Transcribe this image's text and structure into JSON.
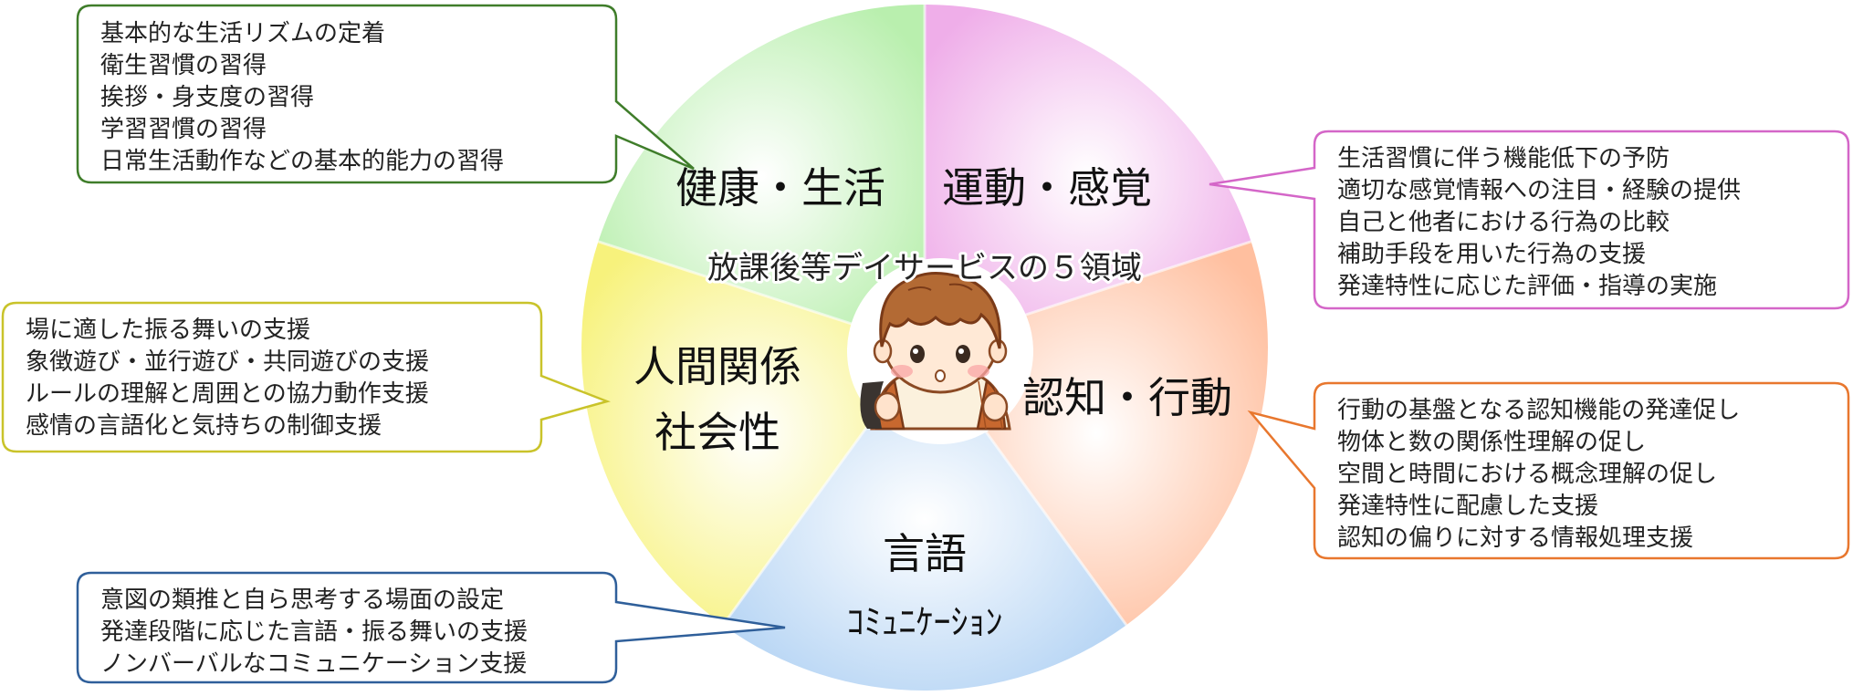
{
  "center_title": "放課後等デイサービスの５領域",
  "segments": [
    {
      "id": "health",
      "label_lines": [
        "健康・生活"
      ],
      "color": "#c8f5c0",
      "callout": {
        "border": "#3f7d2a",
        "items": [
          "基本的な生活リズムの定着",
          "衛生習慣の習得",
          "挨拶・身支度の習得",
          "学習習慣の習得",
          "日常生活動作などの基本的能力の習得"
        ]
      }
    },
    {
      "id": "motor",
      "label_lines": [
        "運動・感覚"
      ],
      "color": "#f4bdf0",
      "callout": {
        "border": "#d466c8",
        "items": [
          "生活習慣に伴う機能低下の予防",
          "適切な感覚情報への注目・経験の提供",
          "自己と他者における行為の比較",
          "補助手段を用いた行為の支援",
          "発達特性に応じた評価・指導の実施"
        ]
      }
    },
    {
      "id": "cognition",
      "label_lines": [
        "認知・行動"
      ],
      "color": "#ffcdb5",
      "callout": {
        "border": "#e8772e",
        "items": [
          "行動の基盤となる認知機能の発達促し",
          "物体と数の関係性理解の促し",
          "空間と時間における概念理解の促し",
          "発達特性に配慮した支援",
          "認知の偏りに対する情報処理支援"
        ]
      }
    },
    {
      "id": "language",
      "label_lines": [
        "言語",
        "ｺﾐｭﾆｹｰｼｮﾝ"
      ],
      "color": "#c6dff7",
      "callout": {
        "border": "#2f5f9a",
        "items": [
          "意図の類推と自ら思考する場面の設定",
          "発達段階に応じた言語・振る舞いの支援",
          "ノンバーバルなコミュニケーション支援"
        ]
      }
    },
    {
      "id": "social",
      "label_lines": [
        "人間関係",
        "社会性"
      ],
      "color": "#fbf79c",
      "callout": {
        "border": "#c9c32a",
        "items": [
          "場に適した振る舞いの支援",
          "象徴遊び・並行遊び・共同遊びの支援",
          "ルールの理解と周囲との協力動作支援",
          "感情の言語化と気持ちの制御支援"
        ]
      }
    }
  ],
  "center_icon": "child-illustration-icon"
}
